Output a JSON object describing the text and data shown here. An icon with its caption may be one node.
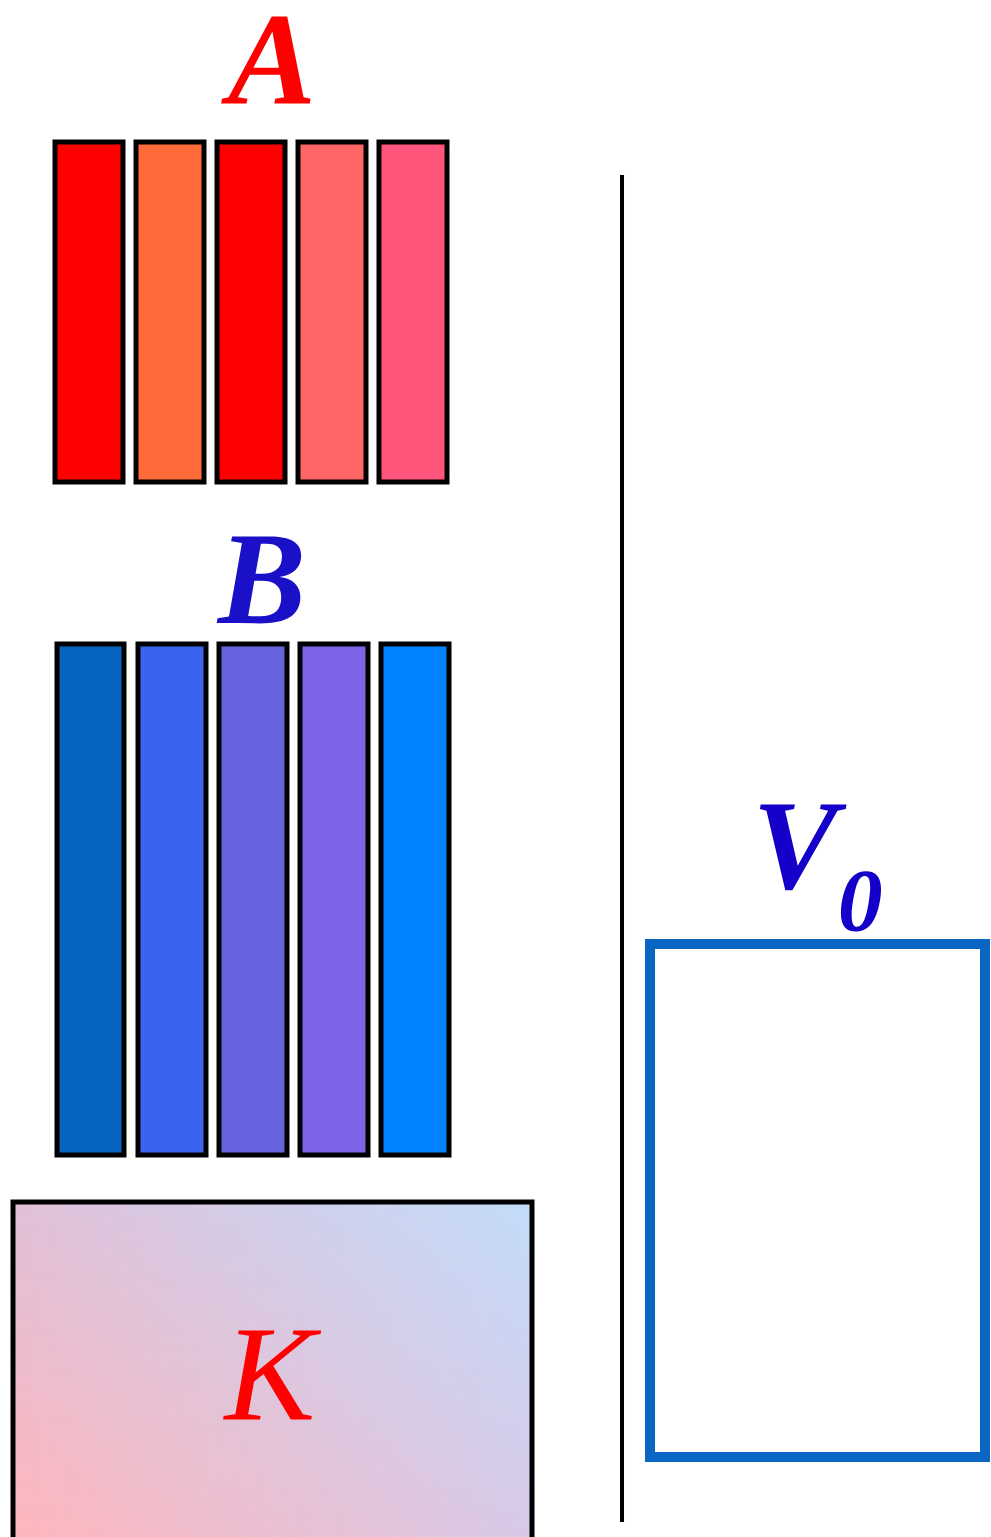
{
  "diagram": {
    "nodes": [
      {
        "text": [],
        "shape": "bar"
      },
      {
        "text": [],
        "shape": "bar"
      },
      {
        "text": [],
        "shape": "bar"
      },
      {
        "text": [],
        "shape": "bar"
      },
      {
        "text": [],
        "shape": "bar"
      },
      {
        "text": [],
        "shape": "bar"
      },
      {
        "text": [],
        "shape": "bar"
      },
      {
        "text": [],
        "shape": "bar"
      },
      {
        "text": [],
        "shape": "bar"
      },
      {
        "text": [],
        "shape": "bar"
      },
      {
        "text": [
          "K"
        ]
      },
      {
        "text": [
          "V$_{0}$"
        ]
      }
    ],
    "labels": [
      "A",
      "B"
    ]
  }
}
